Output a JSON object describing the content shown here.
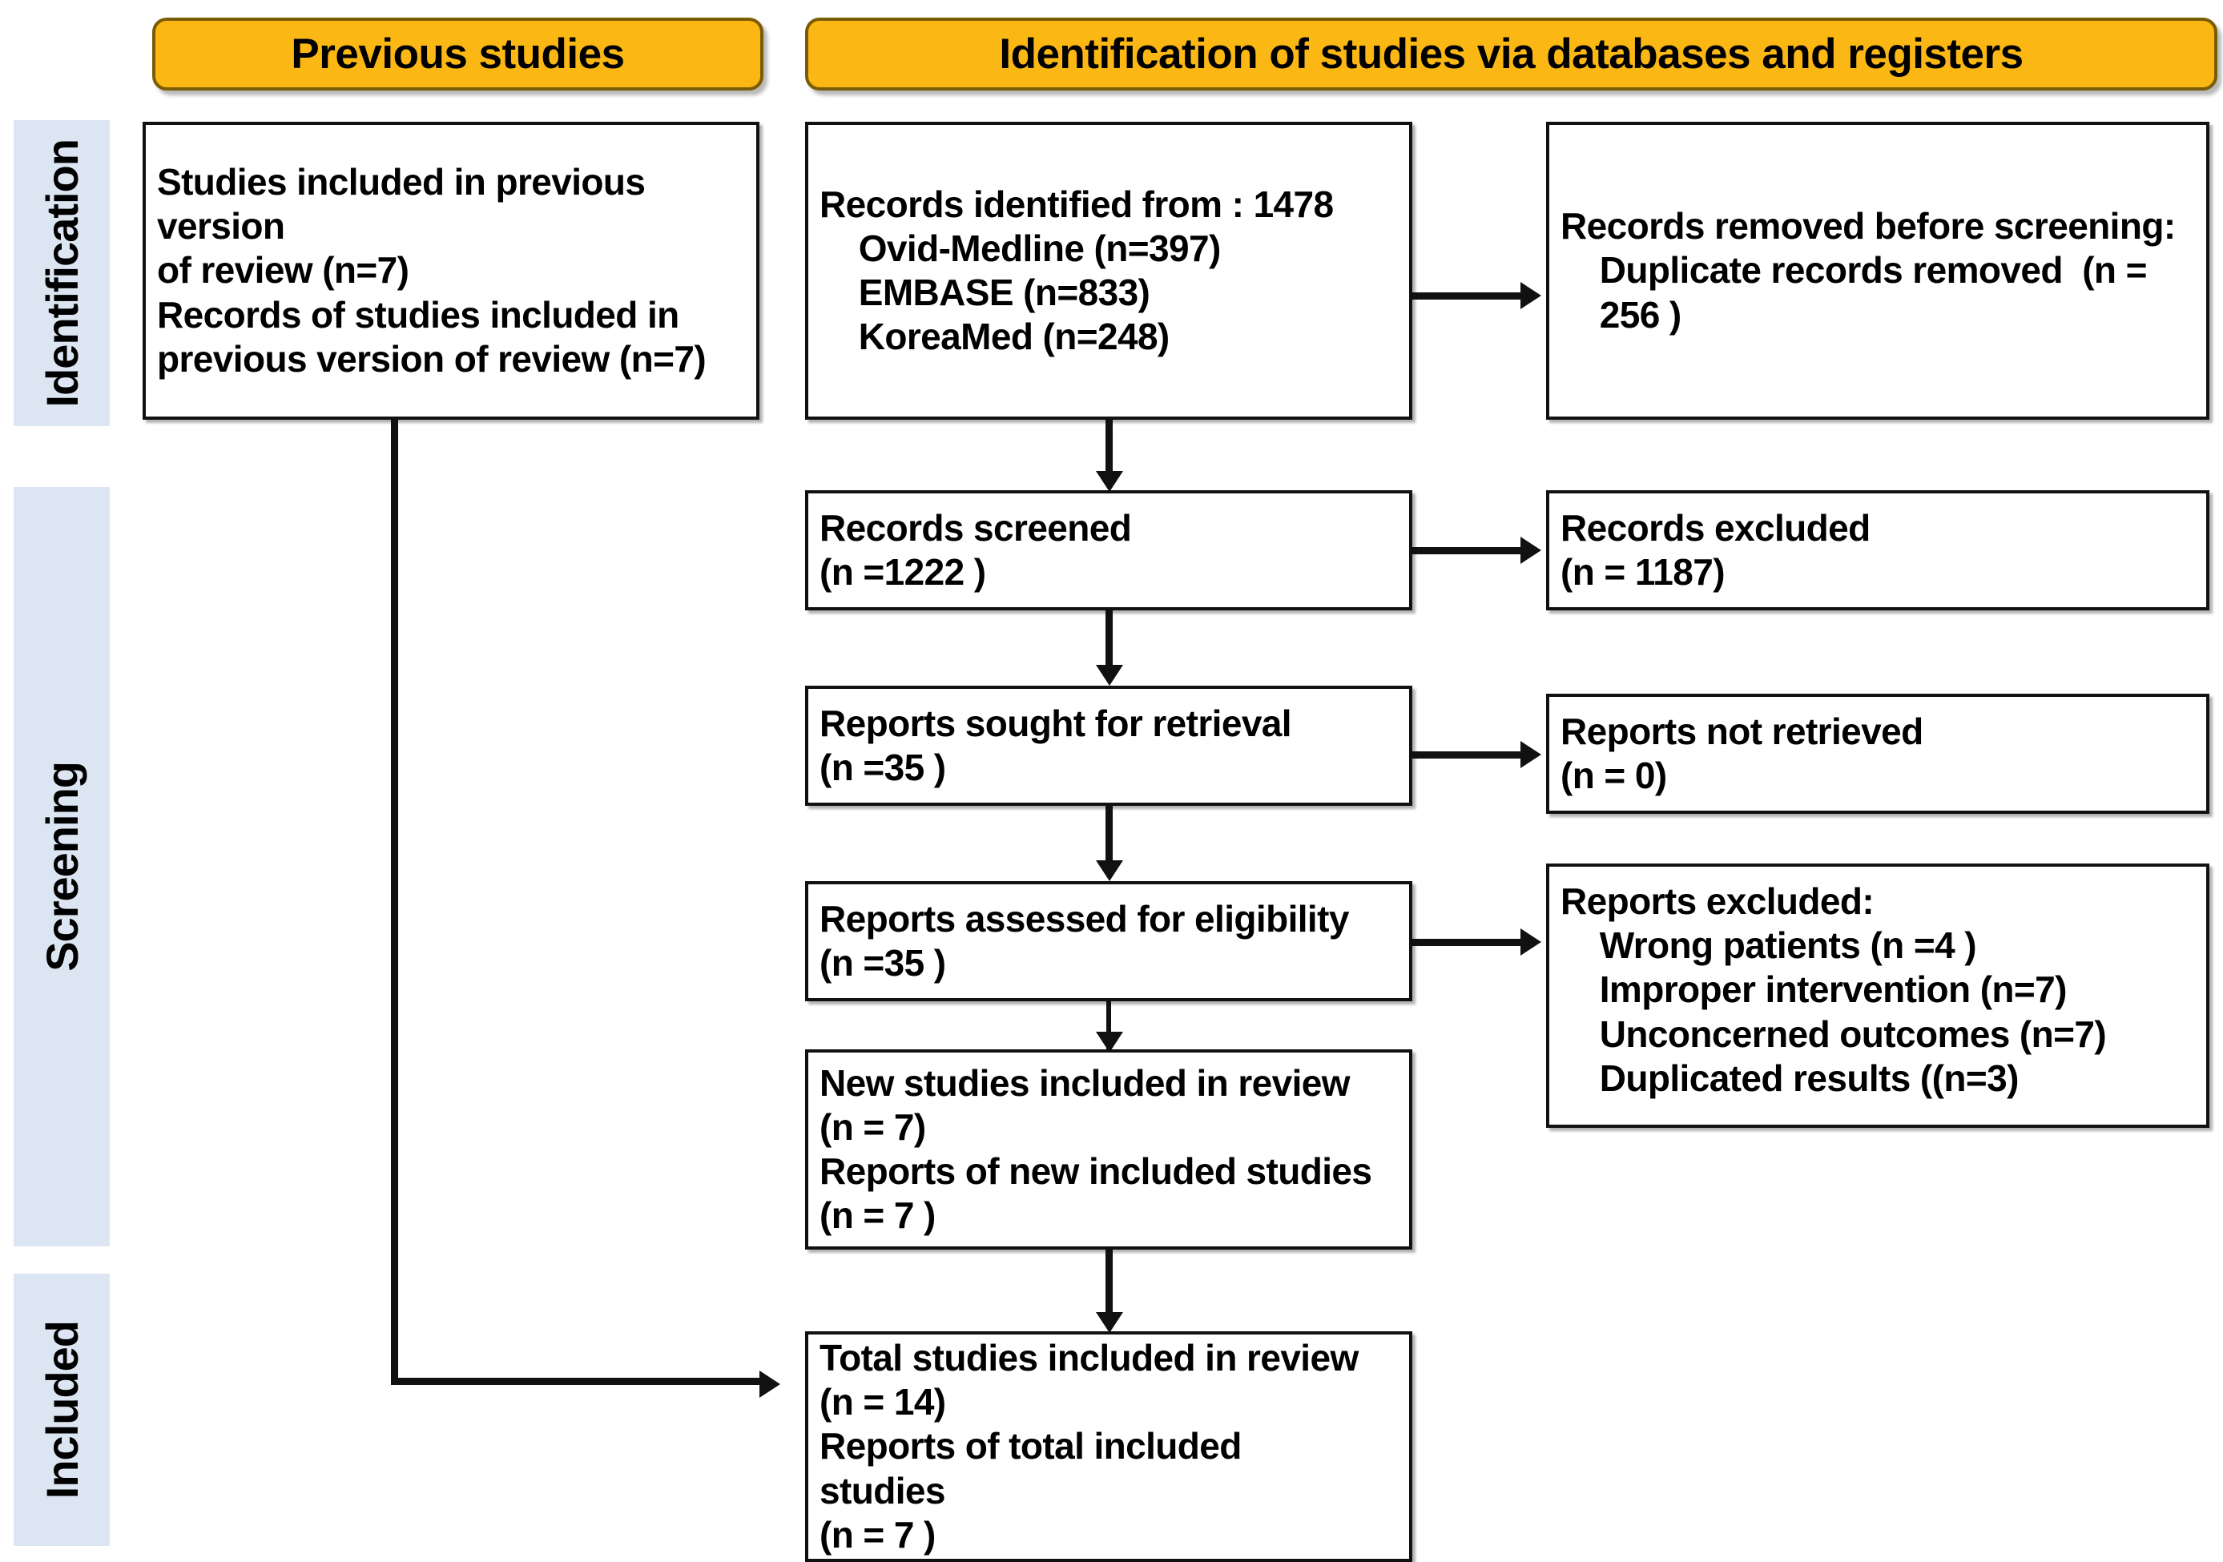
{
  "diagram": {
    "title": "PRISMA 2020 flow diagram for updated systematic reviews"
  },
  "colors": {
    "banner_fill": "#FBB713",
    "banner_border": "#7A5C06",
    "stage_band": "#DCE6F2",
    "line": "#111111",
    "box_border": "#111111"
  },
  "banners": [
    {
      "label": "Previous studies"
    },
    {
      "label": "Identification of studies via databases and registers"
    }
  ],
  "stages": [
    {
      "label": "Identification"
    },
    {
      "label": "Screening"
    },
    {
      "label": "Included"
    }
  ],
  "boxes": {
    "previous_studies": {
      "text": "Studies included in previous version\nof review (n=7)\nRecords of studies included in\nprevious version of review (n=7)"
    },
    "records_identified": {
      "text": "Records identified from : 1478\n    Ovid-Medline (n=397)\n    EMBASE (n=833)\n    KoreaMed (n=248)"
    },
    "records_removed": {
      "text": "Records removed before screening:\n    Duplicate records removed  (n =\n    256 )"
    },
    "records_screened": {
      "text": "Records screened\n(n =1222 )"
    },
    "records_excluded": {
      "text": "Records excluded\n(n = 1187)"
    },
    "reports_sought": {
      "text": "Reports sought for retrieval\n(n =35 )"
    },
    "reports_not_retrieved": {
      "text": "Reports not retrieved\n(n = 0)"
    },
    "reports_assessed": {
      "text": "Reports assessed for eligibility\n(n =35 )"
    },
    "reports_excluded": {
      "text": "Reports excluded:\n    Wrong patients (n =4 )\n    Improper intervention (n=7)\n    Unconcerned outcomes (n=7)\n    Duplicated results ((n=3)"
    },
    "new_studies": {
      "text": "New studies included in review\n(n = 7)\nReports of new included studies\n(n = 7 )"
    },
    "total_studies": {
      "text": "Total studies included in review\n(n = 14)\nReports of total included\nstudies\n(n = 7 )"
    }
  },
  "chart_data": {
    "type": "diagram",
    "title": "PRISMA flow diagram",
    "nodes": [
      {
        "id": "previous_studies",
        "stage": "Identification",
        "column": "previous",
        "counts": {
          "studies_previous_version": 7,
          "records_previous_version": 7
        }
      },
      {
        "id": "records_identified",
        "stage": "Identification",
        "column": "main",
        "counts": {
          "total": 1478,
          "ovid_medline": 397,
          "embase": 833,
          "koreamed": 248
        }
      },
      {
        "id": "records_removed",
        "stage": "Identification",
        "column": "side",
        "counts": {
          "duplicates_removed": 256
        }
      },
      {
        "id": "records_screened",
        "stage": "Screening",
        "column": "main",
        "counts": {
          "n": 1222
        }
      },
      {
        "id": "records_excluded",
        "stage": "Screening",
        "column": "side",
        "counts": {
          "n": 1187
        }
      },
      {
        "id": "reports_sought",
        "stage": "Screening",
        "column": "main",
        "counts": {
          "n": 35
        }
      },
      {
        "id": "reports_not_retrieved",
        "stage": "Screening",
        "column": "side",
        "counts": {
          "n": 0
        }
      },
      {
        "id": "reports_assessed",
        "stage": "Screening",
        "column": "main",
        "counts": {
          "n": 35
        }
      },
      {
        "id": "reports_excluded",
        "stage": "Screening",
        "column": "side",
        "counts": {
          "wrong_patients": 4,
          "improper_intervention": 7,
          "unconcerned_outcomes": 7,
          "duplicated_results": 3
        }
      },
      {
        "id": "new_studies",
        "stage": "Screening",
        "column": "main",
        "counts": {
          "studies": 7,
          "reports": 7
        }
      },
      {
        "id": "total_studies",
        "stage": "Included",
        "column": "main",
        "counts": {
          "studies": 14,
          "reports": 7
        }
      }
    ],
    "edges": [
      {
        "from": "records_identified",
        "to": "records_removed",
        "direction": "right"
      },
      {
        "from": "records_identified",
        "to": "records_screened",
        "direction": "down"
      },
      {
        "from": "records_screened",
        "to": "records_excluded",
        "direction": "right"
      },
      {
        "from": "records_screened",
        "to": "reports_sought",
        "direction": "down"
      },
      {
        "from": "reports_sought",
        "to": "reports_not_retrieved",
        "direction": "right"
      },
      {
        "from": "reports_sought",
        "to": "reports_assessed",
        "direction": "down"
      },
      {
        "from": "reports_assessed",
        "to": "reports_excluded",
        "direction": "right"
      },
      {
        "from": "reports_assessed",
        "to": "new_studies",
        "direction": "down"
      },
      {
        "from": "new_studies",
        "to": "total_studies",
        "direction": "down"
      },
      {
        "from": "previous_studies",
        "to": "total_studies",
        "direction": "elbow-down-right"
      }
    ]
  }
}
